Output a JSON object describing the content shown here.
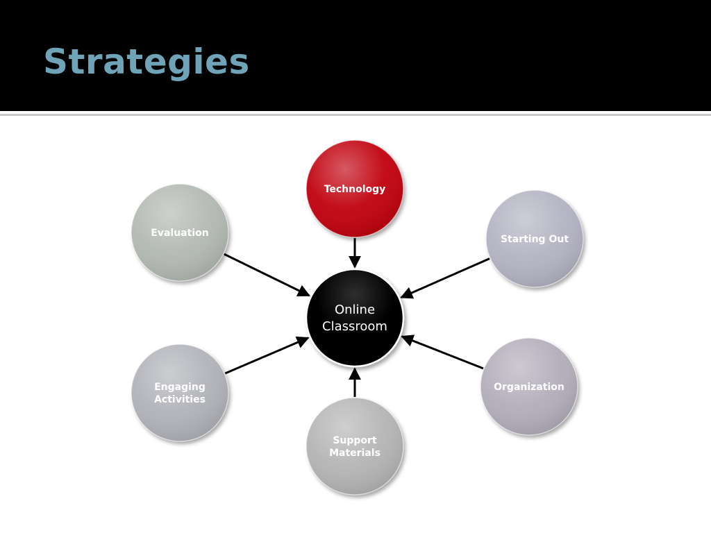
{
  "slide": {
    "title": "Strategies",
    "title_color": "#6fa3b8"
  },
  "diagram": {
    "center": {
      "label_lines": [
        "Online",
        "Classroom"
      ],
      "color": "#000000"
    },
    "nodes": [
      {
        "id": "technology",
        "label_lines": [
          "Technology"
        ],
        "color": "#c0000b"
      },
      {
        "id": "starting-out",
        "label_lines": [
          "Starting Out"
        ],
        "color": "#b2b2c2"
      },
      {
        "id": "organization",
        "label_lines": [
          "Organization"
        ],
        "color": "#b2adba"
      },
      {
        "id": "support-materials",
        "label_lines": [
          "Support",
          "Materials"
        ],
        "color": "#b4b4b4"
      },
      {
        "id": "engaging-activities",
        "label_lines": [
          "Engaging",
          "Activities"
        ],
        "color": "#b0b2b8"
      },
      {
        "id": "evaluation",
        "label_lines": [
          "Evaluation"
        ],
        "color": "#b2b8b2"
      }
    ]
  }
}
